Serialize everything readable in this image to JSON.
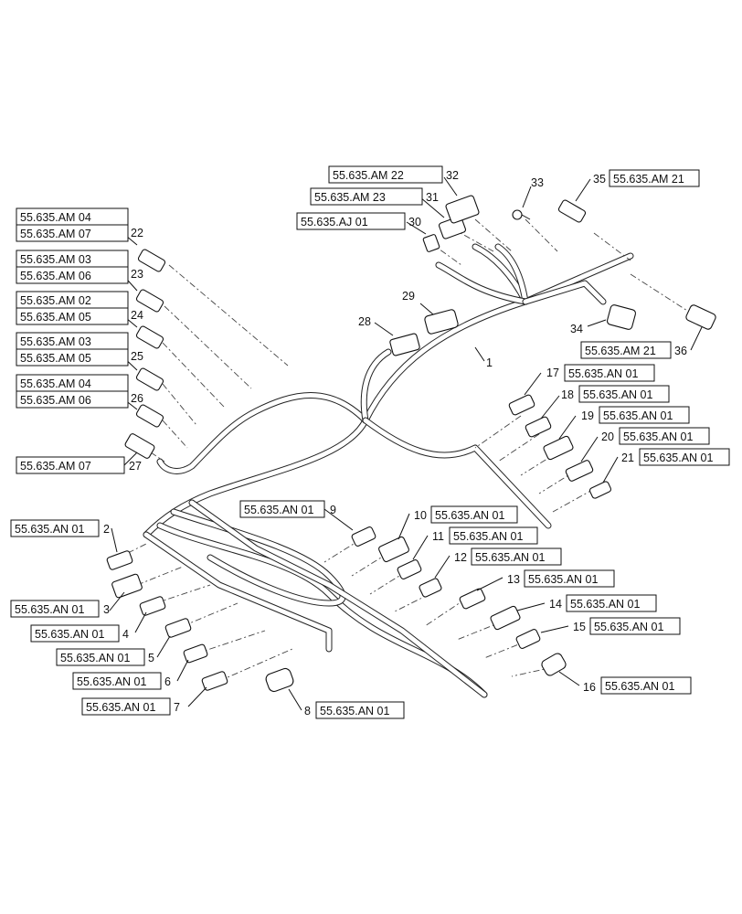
{
  "diagram": {
    "main_harness_number": "1",
    "callouts": [
      {
        "num": "22",
        "refs": [
          "55.635.AM 04",
          "55.635.AM 07"
        ]
      },
      {
        "num": "23",
        "refs": [
          "55.635.AM 03",
          "55.635.AM 06"
        ]
      },
      {
        "num": "24",
        "refs": [
          "55.635.AM 02",
          "55.635.AM 05"
        ]
      },
      {
        "num": "25",
        "refs": [
          "55.635.AM 03",
          "55.635.AM 05"
        ]
      },
      {
        "num": "26",
        "refs": [
          "55.635.AM 04",
          "55.635.AM 06"
        ]
      },
      {
        "num": "27",
        "refs": [
          "55.635.AM 07"
        ]
      },
      {
        "num": "32",
        "refs": [
          "55.635.AM 22"
        ]
      },
      {
        "num": "31",
        "refs": [
          "55.635.AM 23"
        ]
      },
      {
        "num": "30",
        "refs": [
          "55.635.AJ 01"
        ]
      },
      {
        "num": "33",
        "refs": []
      },
      {
        "num": "35",
        "refs": [
          "55.635.AM 21"
        ]
      },
      {
        "num": "29",
        "refs": []
      },
      {
        "num": "28",
        "refs": []
      },
      {
        "num": "34",
        "refs": []
      },
      {
        "num": "36",
        "refs": [
          "55.635.AM 21"
        ]
      },
      {
        "num": "17",
        "refs": [
          "55.635.AN 01"
        ]
      },
      {
        "num": "18",
        "refs": [
          "55.635.AN 01"
        ]
      },
      {
        "num": "19",
        "refs": [
          "55.635.AN 01"
        ]
      },
      {
        "num": "20",
        "refs": [
          "55.635.AN 01"
        ]
      },
      {
        "num": "21",
        "refs": [
          "55.635.AN 01"
        ]
      },
      {
        "num": "9",
        "refs": [
          "55.635.AN 01"
        ]
      },
      {
        "num": "10",
        "refs": [
          "55.635.AN 01"
        ]
      },
      {
        "num": "11",
        "refs": [
          "55.635.AN 01"
        ]
      },
      {
        "num": "12",
        "refs": [
          "55.635.AN 01"
        ]
      },
      {
        "num": "13",
        "refs": [
          "55.635.AN 01"
        ]
      },
      {
        "num": "14",
        "refs": [
          "55.635.AN 01"
        ]
      },
      {
        "num": "15",
        "refs": [
          "55.635.AN 01"
        ]
      },
      {
        "num": "16",
        "refs": [
          "55.635.AN 01"
        ]
      },
      {
        "num": "2",
        "refs": [
          "55.635.AN 01"
        ]
      },
      {
        "num": "3",
        "refs": [
          "55.635.AN 01"
        ]
      },
      {
        "num": "4",
        "refs": [
          "55.635.AN 01"
        ]
      },
      {
        "num": "5",
        "refs": [
          "55.635.AN 01"
        ]
      },
      {
        "num": "6",
        "refs": [
          "55.635.AN 01"
        ]
      },
      {
        "num": "7",
        "refs": [
          "55.635.AN 01"
        ]
      },
      {
        "num": "8",
        "refs": [
          "55.635.AN 01"
        ]
      }
    ]
  }
}
